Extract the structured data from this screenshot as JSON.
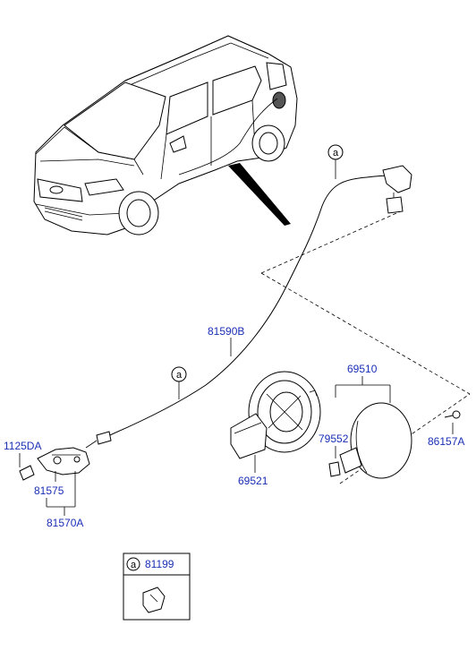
{
  "parts": {
    "p81590B": "81590B",
    "p69510": "69510",
    "p79552": "79552",
    "p86157A": "86157A",
    "p69521": "69521",
    "p1125DA": "1125DA",
    "p81575": "81575",
    "p81570A": "81570A",
    "p81199": "81199"
  },
  "refs": {
    "a_top": "a",
    "a_mid": "a",
    "a_legend": "a"
  },
  "colors": {
    "label": "#1a2fb5",
    "line": "#000000"
  }
}
